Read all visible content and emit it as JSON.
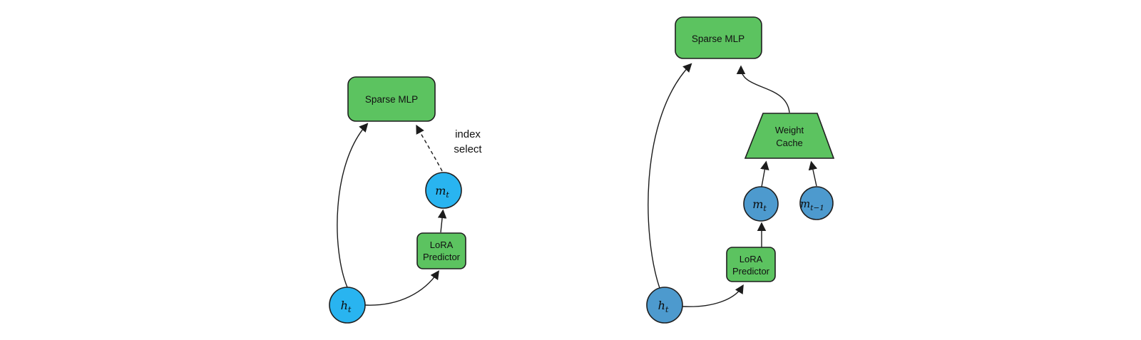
{
  "colors": {
    "background": "#ffffff",
    "green": "#5cc360",
    "cyan": "#29b4f0",
    "blue": "#4d9ace",
    "edge": "#1c1c1c"
  },
  "left": {
    "sparse_mlp": "Sparse MLP",
    "lora": {
      "line1": "LoRA",
      "line2": "Predictor"
    },
    "index_select": {
      "line1": "index",
      "line2": "select"
    },
    "m_t": {
      "base": "m",
      "sub": "t"
    },
    "h_t": {
      "base": "h",
      "sub": "t"
    }
  },
  "right": {
    "sparse_mlp": "Sparse MLP",
    "weight_cache": {
      "line1": "Weight",
      "line2": "Cache"
    },
    "lora": {
      "line1": "LoRA",
      "line2": "Predictor"
    },
    "m_t": {
      "base": "m",
      "sub": "t"
    },
    "m_t_minus_1": {
      "base": "m",
      "sub": "t−1"
    },
    "h_t": {
      "base": "h",
      "sub": "t"
    }
  }
}
